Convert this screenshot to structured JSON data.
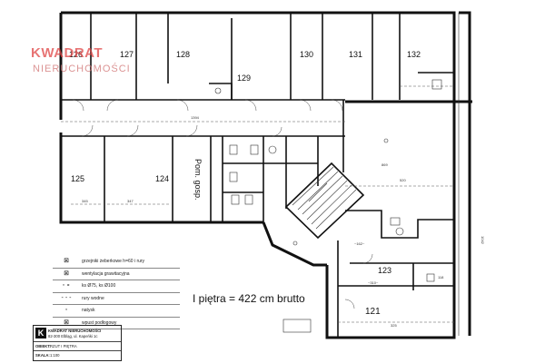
{
  "logo": {
    "name": "KWADRAT",
    "subtitle": "NIERUCHOMOŚCI"
  },
  "rooms": {
    "r126": "126",
    "r127": "127",
    "r128": "128",
    "r129": "129",
    "r130": "130",
    "r131": "131",
    "r132": "132",
    "r125": "125",
    "r124": "124",
    "r_gosp": "Pom. gosp.",
    "r123": "123",
    "r121": "121"
  },
  "dimensions": {
    "d1": "1394",
    "d2": "869",
    "d3": "1042",
    "d4": "520",
    "d5": "325",
    "d6": "~310~",
    "d7": "~162~",
    "d8": "345",
    "d9": "347",
    "d10": "118"
  },
  "caption": "I piętra = 422 cm brutto",
  "legend": [
    {
      "symbol": "⊠",
      "label": "grzejniki żeberkowe h=60 i rury"
    },
    {
      "symbol": "⊠",
      "label": "wentylacja grawitacyjna"
    },
    {
      "symbol": "◦ ∘",
      "label": "ks Ø75, ks Ø100"
    },
    {
      "symbol": "- - -",
      "label": "rury wodne"
    },
    {
      "symbol": "◦",
      "label": "natysk"
    },
    {
      "symbol": "⊠",
      "label": "wpust podłogowy"
    }
  ],
  "titleblock": {
    "logo_letter": "K",
    "company": "KWADRAT NIERUCHOMOŚCI",
    "address": "82-300 Elbląg, ul. Kapeńki 1c",
    "object_label": "OBIEKT:",
    "object_value": "RZUT I PIĘTRA",
    "scale_label": "SKALA:",
    "scale_value": "1:100"
  }
}
